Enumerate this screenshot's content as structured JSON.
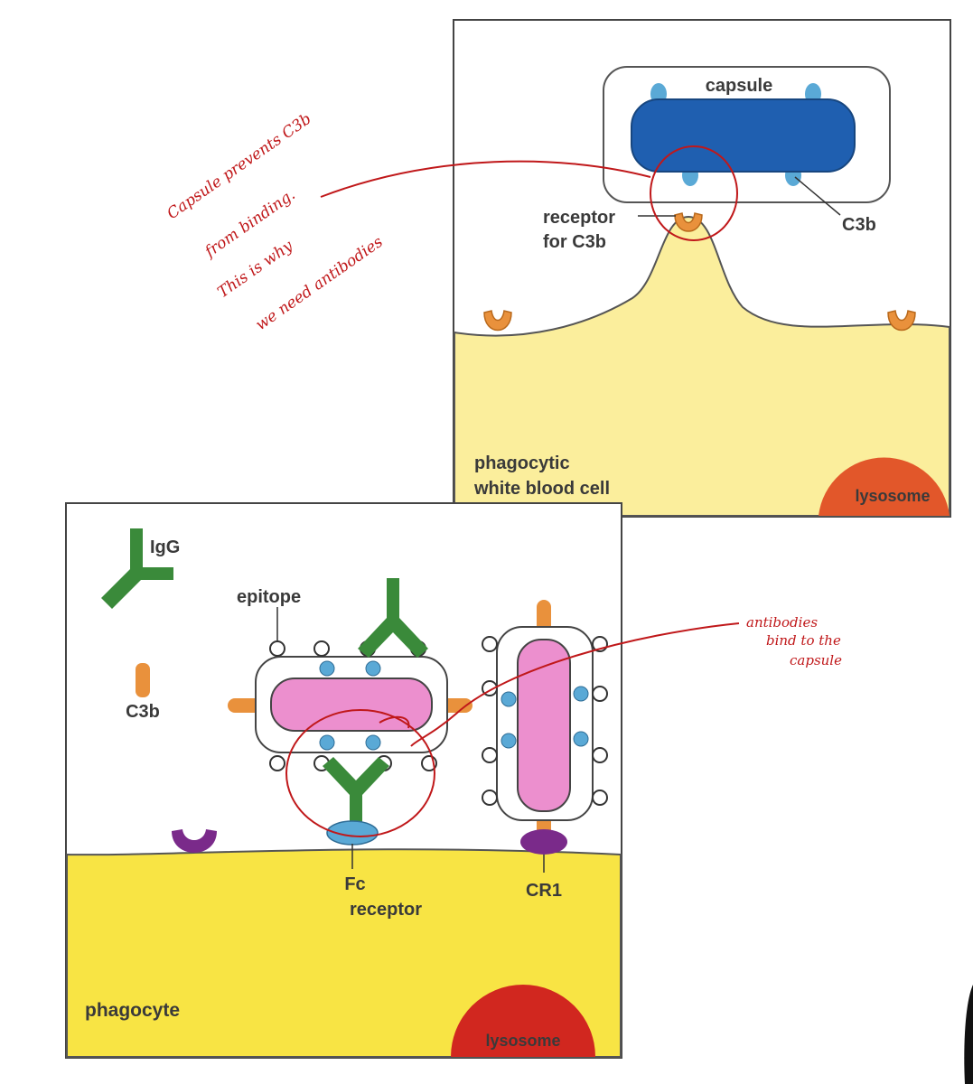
{
  "top_panel": {
    "labels": {
      "capsule": "capsule",
      "receptor_line1": "receptor",
      "receptor_line2": "for C3b",
      "c3b": "C3b",
      "cell_line1": "phagocytic",
      "cell_line2": "white blood cell",
      "lysosome": "lysosome"
    },
    "colors": {
      "cytoplasm": "#fbee9c",
      "bacterium": "#1f5fb0",
      "c3b": "#5aa9d6",
      "receptor": "#e9913c",
      "lysosome": "#e2572a"
    }
  },
  "bottom_panel": {
    "labels": {
      "igg": "IgG",
      "c3b": "C3b",
      "epitope": "epitope",
      "fc_line1": "Fc",
      "fc_line2": "receptor",
      "cr1": "CR1",
      "cell": "phagocyte",
      "lysosome": "lysosome"
    },
    "colors": {
      "cytoplasm": "#f8e444",
      "bacterium": "#ec8fce",
      "antibody": "#3a8a3a",
      "c3b": "#e9913c",
      "cr1": "#7a2a8a",
      "fc_receptor": "#5aa9d6",
      "lysosome": "#d1271f"
    }
  },
  "annotations": {
    "note_top_lines": [
      "Capsule prevents C3b",
      "from binding.",
      "This is why",
      "we need antibodies"
    ],
    "note_bottom_lines": [
      "antibodies",
      "bind to the",
      "capsule"
    ],
    "ink_color": "#c0181a"
  }
}
